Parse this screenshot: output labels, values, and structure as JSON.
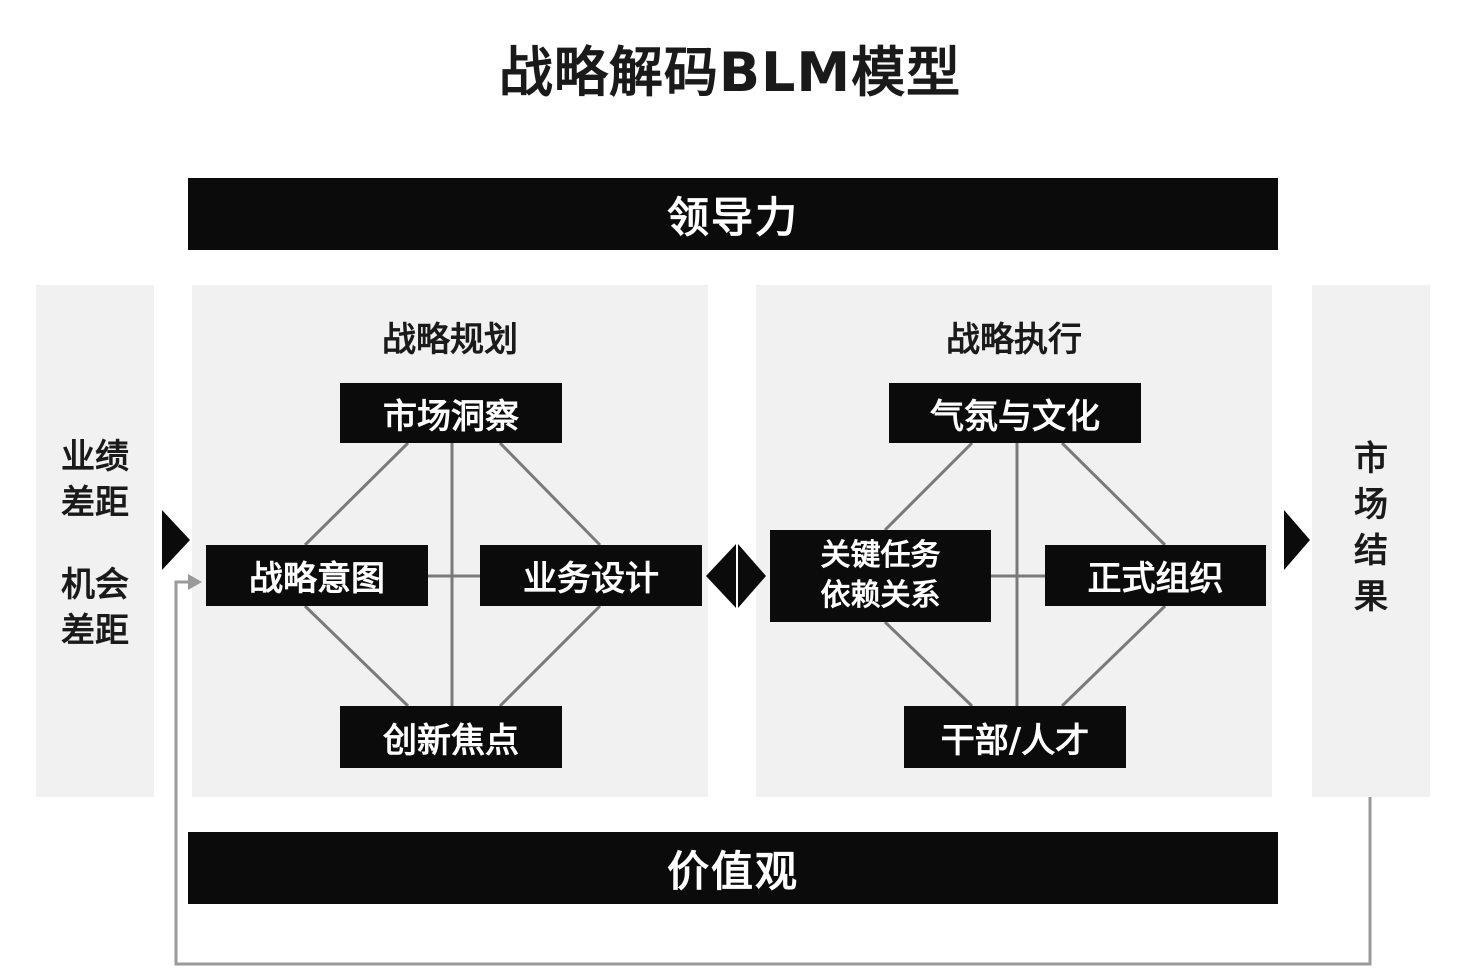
{
  "title": "战略解码BLM模型",
  "leadership_bar": "领导力",
  "values_bar": "价值观",
  "left_column": {
    "line1": "业绩",
    "line2": "差距",
    "line3": "机会",
    "line4": "差距"
  },
  "right_column": {
    "chars": [
      "市",
      "场",
      "结",
      "果"
    ]
  },
  "strategy_planning": {
    "title": "战略规划",
    "top": "市场洞察",
    "left": "战略意图",
    "right": "业务设计",
    "bottom": "创新焦点"
  },
  "strategy_execution": {
    "title": "战略执行",
    "top": "气氛与文化",
    "left_line1": "关键任务",
    "left_line2": "依赖关系",
    "right": "正式组织",
    "bottom": "干部/人才"
  },
  "colors": {
    "bar": "#0b0b0b",
    "panel": "#f1f1f1",
    "connector": "#7a7a7a",
    "feedback_line": "#9a9a9a"
  }
}
